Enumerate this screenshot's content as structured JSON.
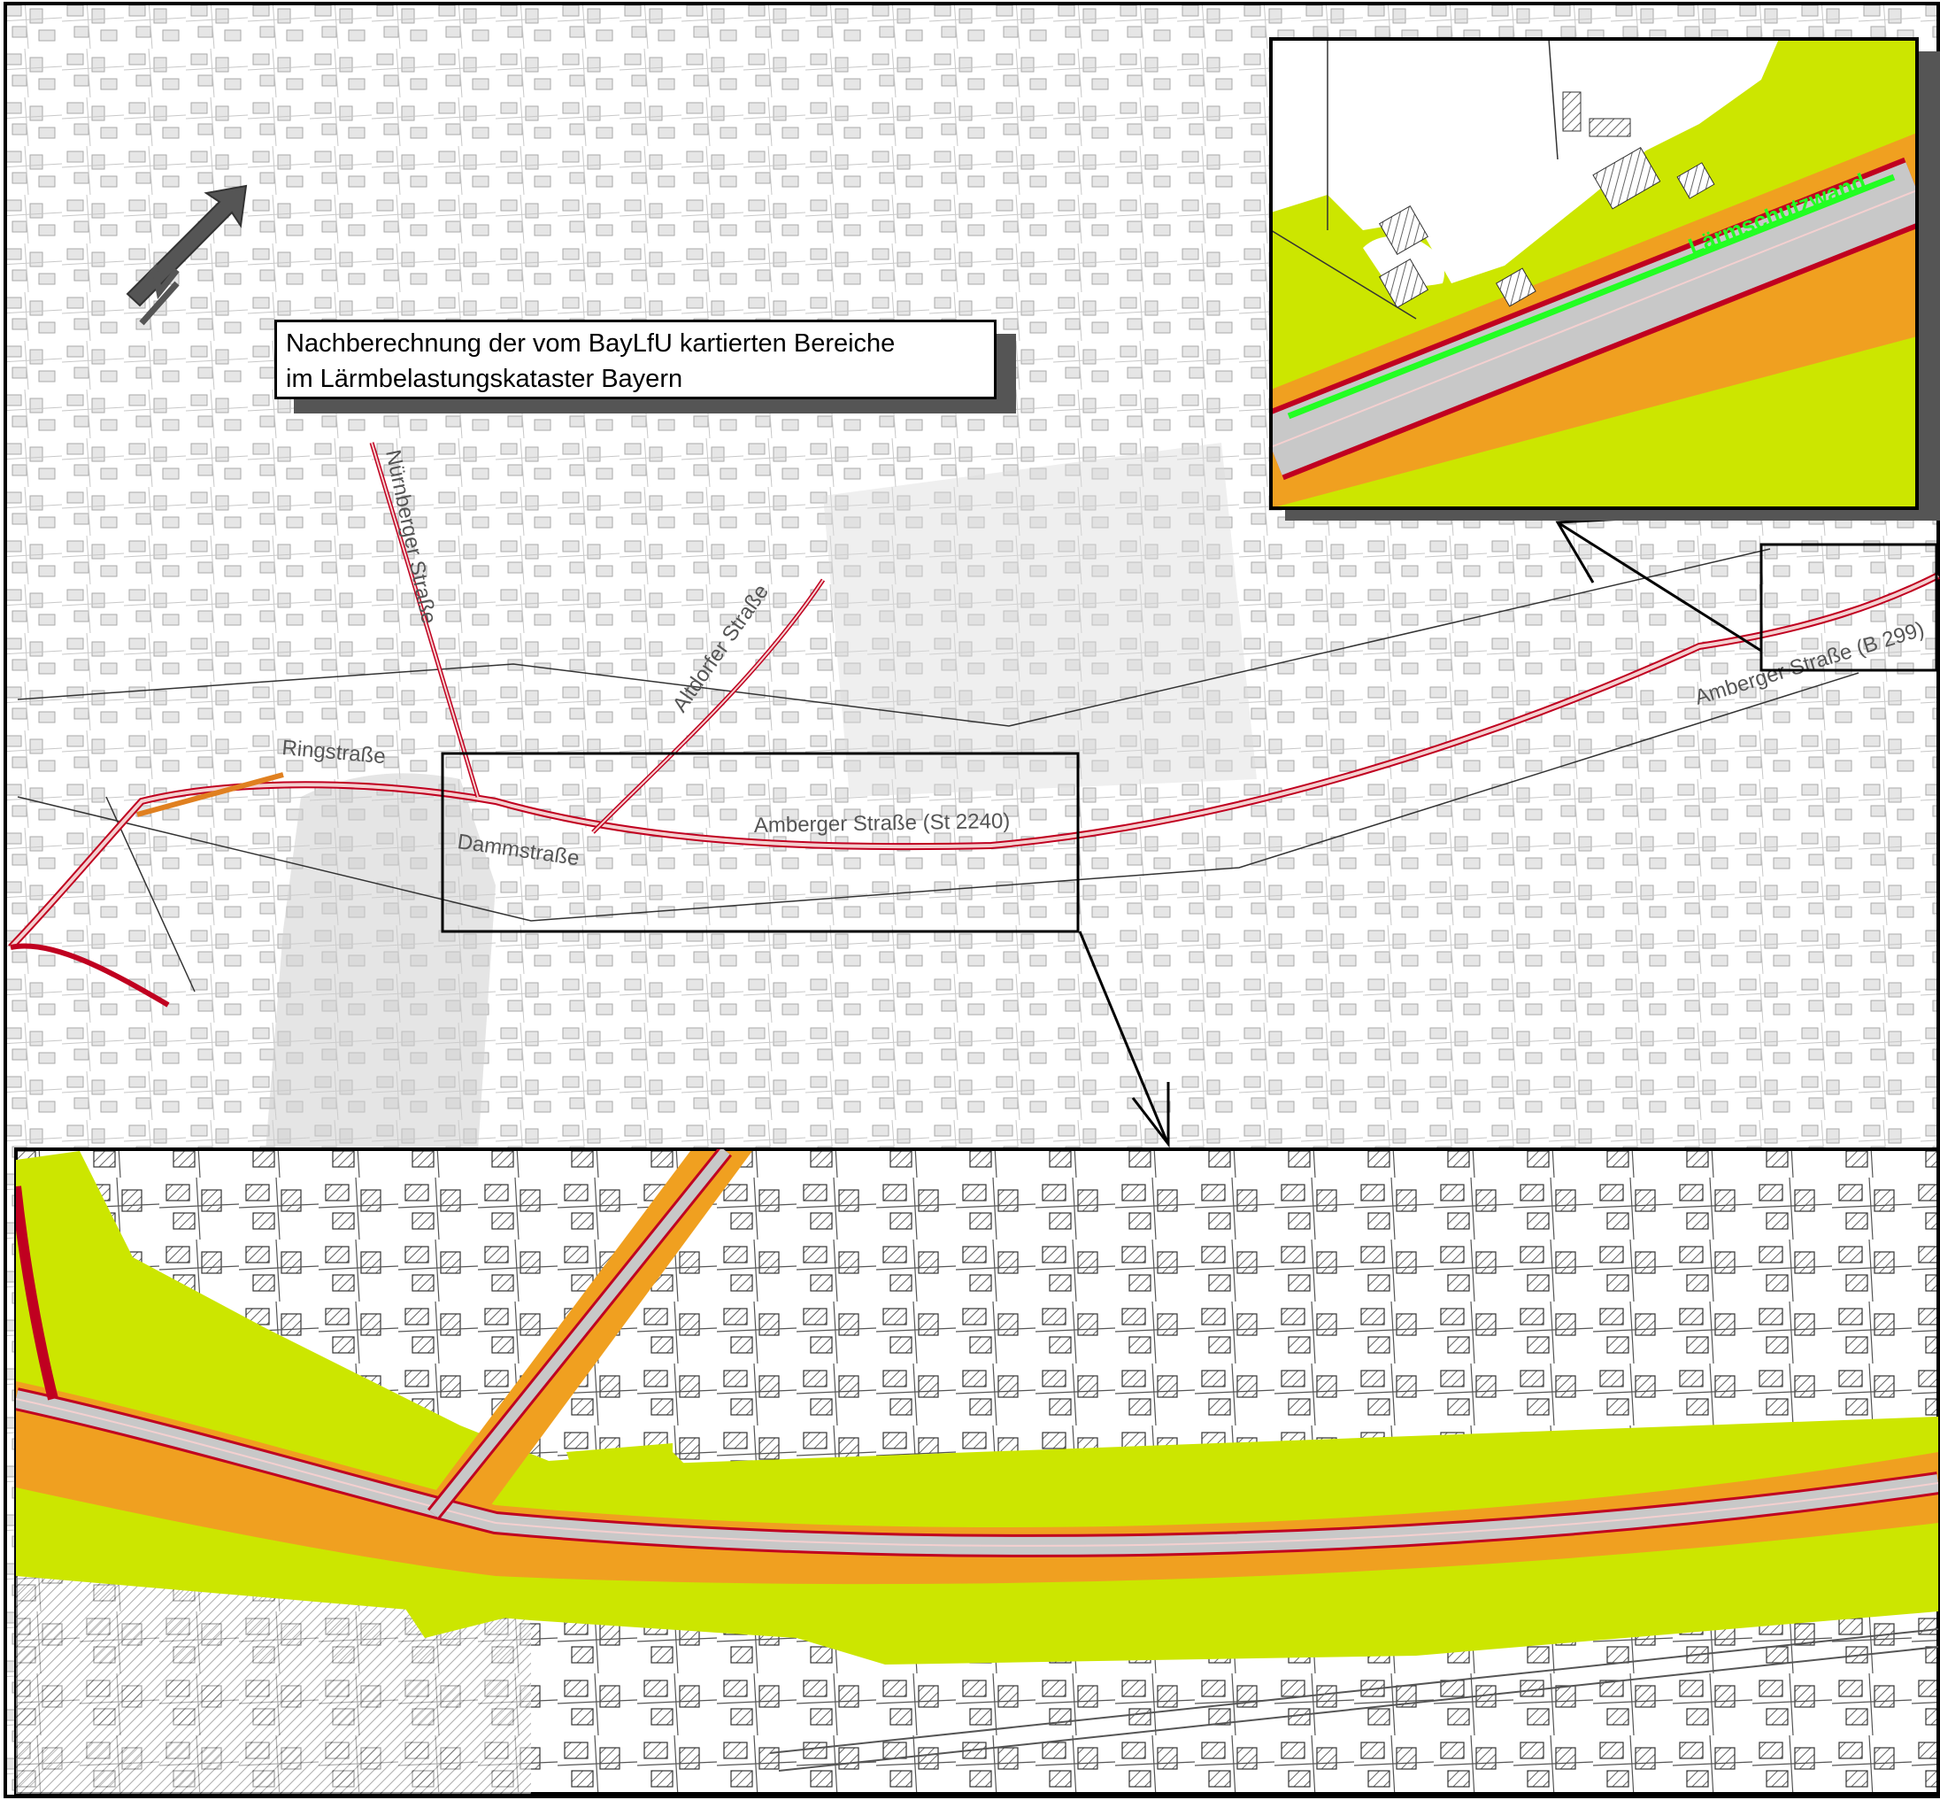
{
  "map": {
    "title_line1": "Nachberechnung der vom BayLfU kartierten Bereiche",
    "title_line2": "im Lärmbelastungskataster Bayern",
    "inset_label": "Lärmschutzwand",
    "north_arrow_icon": "north-arrow-icon",
    "streets": {
      "nuernberger": "Nürnberger Straße",
      "altdorfer": "Altdorfer Straße",
      "ringstrasse": "Ringstraße",
      "dammstrasse": "Dammstraße",
      "amberger_st": "Amberger Straße (St 2240)",
      "amberger_b": "Amberger Straße (B 299)"
    },
    "colors": {
      "noise_high": "#f0a020",
      "noise_mid": "#cce600",
      "road": "#c8c8c8",
      "road_edge": "#c00020",
      "wall": "#22ff22",
      "basemap_line": "#9a9a9a"
    }
  }
}
